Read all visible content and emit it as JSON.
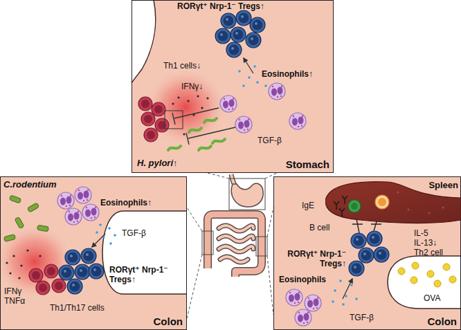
{
  "diagram": {
    "nodes": [
      {
        "text": [
          "Stomach"
        ]
      },
      {
        "text": [
          "Colon"
        ]
      },
      {
        "text": [
          "Colon"
        ]
      },
      {
        "text": [
          "Spleen"
        ],
        "in": 2
      }
    ],
    "labels": [
      "RORγt⁺ Nrp-1⁻ Tregs↑",
      "Th1 cells↓",
      "IFNγ↓",
      "Eosinophils↑",
      "TGF-β",
      "H. pylori↑",
      "C.rodentium",
      "Eosinophils↑",
      "TGF-β",
      "RORγt⁺ Nrp-1⁻ Tregs↑",
      "IFNγ",
      "TNFα",
      "Th1/Th17 cells",
      "IgE",
      "B cell",
      "IL-5",
      "IL-13↓",
      "Th2 cell",
      "RORγt⁺ Nrp-1⁻ Tregs↑",
      "Eosinophils",
      "TGF-β",
      "OVA"
    ]
  }
}
